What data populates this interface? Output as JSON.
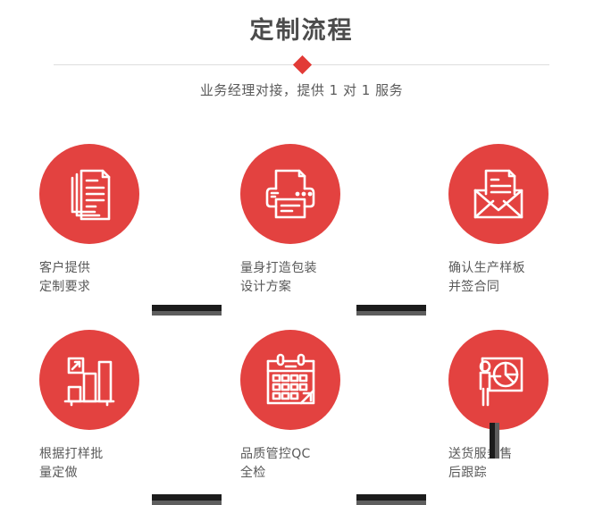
{
  "header": {
    "title": "定制流程",
    "subtitle": "业务经理对接，提供 1 对 1 服务",
    "divider_icon": "diamond-marker"
  },
  "theme": {
    "accent_red": "#e34240",
    "diamond_red": "#e23b37",
    "title_gray": "#4c4c4c",
    "text_gray": "#595959",
    "connector_dark": "#1c1c1c",
    "connector_light": "#5e5e5e",
    "divider_gray": "#dedede",
    "background": "#ffffff"
  },
  "flow": {
    "steps": [
      {
        "index": "1",
        "icon": "documents-stack-icon",
        "line1": "客户提供",
        "line2": "定制要求"
      },
      {
        "index": "2",
        "icon": "printer-icon",
        "line1": "量身打造包装",
        "line2": "设计方案"
      },
      {
        "index": "3",
        "icon": "envelope-letter-icon",
        "line1": "确认生产样板",
        "line2": "并签合同"
      },
      {
        "index": "4",
        "icon": "bar-chart-growth-icon",
        "line1": "根据打样批",
        "line2": "量定做"
      },
      {
        "index": "5",
        "icon": "calendar-icon",
        "line1": "品质管控QC",
        "line2": "全检"
      },
      {
        "index": "6",
        "icon": "presenter-pie-chart-icon",
        "line1": "送货服务售",
        "line2": "后跟踪"
      }
    ],
    "connectors": [
      {
        "name": "connector-step1-step2",
        "orientation": "horizontal"
      },
      {
        "name": "connector-step2-step3",
        "orientation": "horizontal"
      },
      {
        "name": "connector-step3-step6",
        "orientation": "vertical"
      },
      {
        "name": "connector-step4-step5",
        "orientation": "horizontal"
      },
      {
        "name": "connector-step5-step6",
        "orientation": "horizontal"
      }
    ]
  }
}
